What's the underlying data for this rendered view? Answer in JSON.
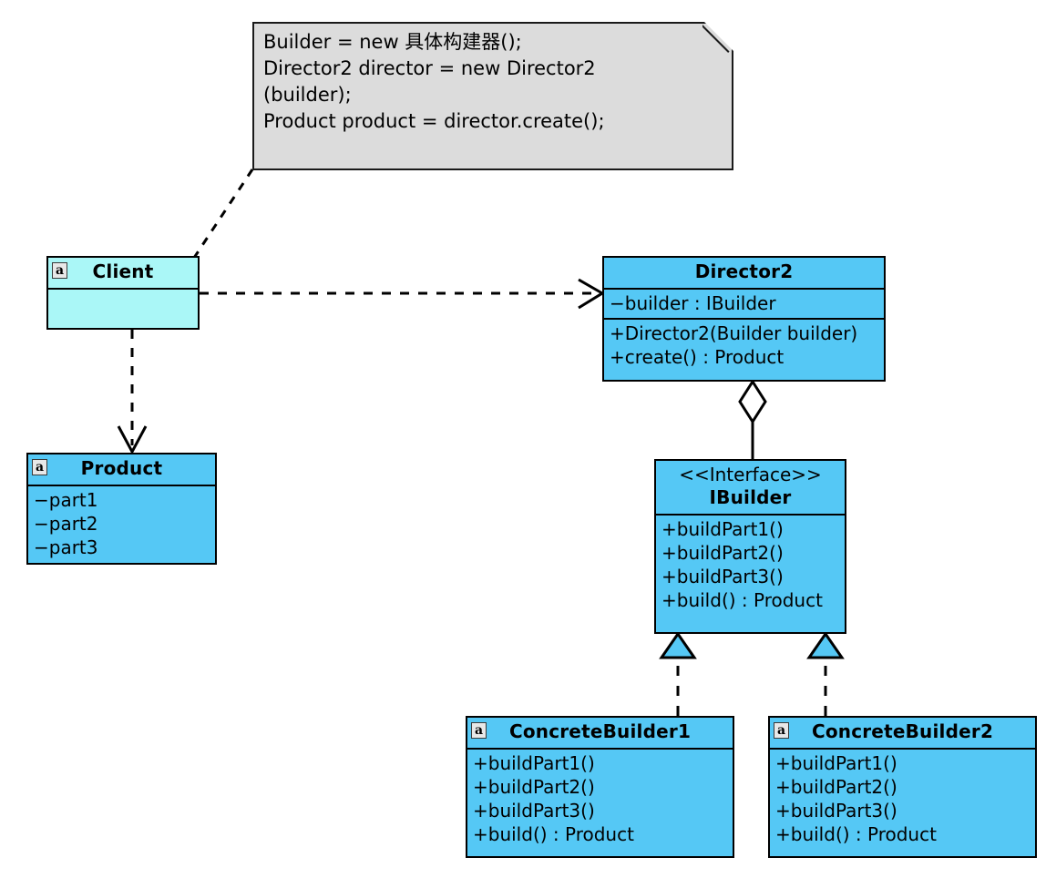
{
  "diagram": {
    "title": "Builder Pattern UML Class Diagram",
    "type": "uml-class-diagram",
    "colors": {
      "class_fill": "#55c8f5",
      "client_fill": "#aaf7f7",
      "note_fill": "#dcdcdc",
      "line": "#000000",
      "fold_fill": "#ffffff"
    }
  },
  "note": {
    "name": "code-note",
    "lines": [
      "Builder = new 具体构建器();",
      "Director2 director = new Director2",
      "(builder);",
      "Product product = director.create();"
    ]
  },
  "classes": {
    "client": {
      "name": "Client",
      "badge": "a",
      "stereotype": "",
      "attributes": [],
      "operations": []
    },
    "product": {
      "name": "Product",
      "badge": "a",
      "stereotype": "",
      "attributes": [
        "−part1",
        "−part2",
        "−part3"
      ],
      "operations": []
    },
    "director2": {
      "name": "Director2",
      "badge": "",
      "stereotype": "",
      "attributes": [
        "−builder : IBuilder"
      ],
      "operations": [
        "+Director2(Builder builder)",
        "+create() : Product"
      ]
    },
    "ibuilder": {
      "name": "IBuilder",
      "badge": "",
      "stereotype": "<<Interface>>",
      "attributes": [],
      "operations": [
        "+buildPart1()",
        "+buildPart2()",
        "+buildPart3()",
        "+build() : Product"
      ]
    },
    "concrete_builder_1": {
      "name": "ConcreteBuilder1",
      "badge": "a",
      "stereotype": "",
      "attributes": [],
      "operations": [
        "+buildPart1()",
        "+buildPart2()",
        "+buildPart3()",
        "+build() : Product"
      ]
    },
    "concrete_builder_2": {
      "name": "ConcreteBuilder2",
      "badge": "a",
      "stereotype": "",
      "attributes": [],
      "operations": [
        "+buildPart1()",
        "+buildPart2()",
        "+buildPart3()",
        "+build() : Product"
      ]
    }
  },
  "relationships": [
    {
      "name": "note-anchor",
      "from": "code-note",
      "to": "Client",
      "style": "dashed",
      "arrow": "none"
    },
    {
      "name": "client-uses-director2",
      "from": "Client",
      "to": "Director2",
      "style": "dashed",
      "arrow": "open"
    },
    {
      "name": "client-creates-product",
      "from": "Client",
      "to": "Product",
      "style": "dashed",
      "arrow": "open"
    },
    {
      "name": "director2-aggregates-ibuilder",
      "from": "Director2",
      "to": "IBuilder",
      "style": "solid",
      "arrow": "hollow-diamond"
    },
    {
      "name": "concretebuilder1-realizes-ibuilder",
      "from": "ConcreteBuilder1",
      "to": "IBuilder",
      "style": "dashed",
      "arrow": "hollow-triangle"
    },
    {
      "name": "concretebuilder2-realizes-ibuilder",
      "from": "ConcreteBuilder2",
      "to": "IBuilder",
      "style": "dashed",
      "arrow": "hollow-triangle"
    }
  ]
}
